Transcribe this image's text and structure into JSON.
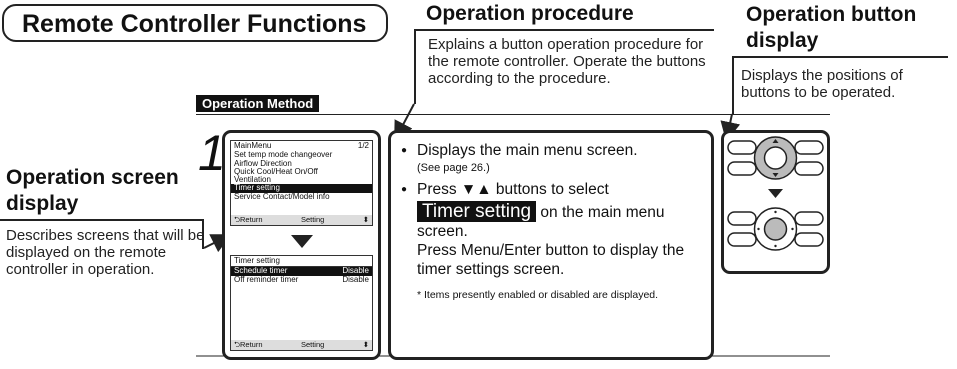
{
  "title": "Remote Controller Functions",
  "operation_procedure": {
    "heading": "Operation procedure",
    "description": "Explains a button operation procedure for the remote controller. Operate the buttons according to the procedure."
  },
  "operation_button_display": {
    "heading_line1": "Operation button",
    "heading_line2": "display",
    "description": "Displays the positions of buttons to be operated."
  },
  "operation_screen_display": {
    "heading_line1": "Operation screen",
    "heading_line2": "display",
    "description": "Describes screens that will be displayed on the remote controller in operation."
  },
  "operation_method_label": "Operation Method",
  "step_number": "1",
  "screen1": {
    "title": "MainMenu",
    "page": "1/2",
    "items": [
      "Set temp mode changeover",
      "Airflow Direction",
      "Quick Cool/Heat On/Off",
      "Ventilation",
      "Timer setting",
      "Service Contact/Model info"
    ],
    "selected_index": 4,
    "footer_return": "Return",
    "footer_setting": "Setting",
    "footer_arrows": "⬍"
  },
  "screen2": {
    "title": "Timer setting",
    "rows": [
      {
        "label": "Schedule timer",
        "value": "Disable"
      },
      {
        "label": "Off reminder timer",
        "value": "Disable"
      }
    ],
    "selected_index": 0,
    "footer_return": "Return",
    "footer_setting": "Setting",
    "footer_arrows": "⬍"
  },
  "procedure": {
    "bullet1": "Displays the main menu screen.",
    "bullet1_ref": "(See page 26.)",
    "bullet2_pre": "Press ▼▲ buttons to select",
    "bullet2_highlight": "Timer setting",
    "bullet2_post": "on the main menu",
    "bullet2_cont": "screen.",
    "bullet2_extra": "Press Menu/Enter button to display the timer settings screen.",
    "note": "* Items presently enabled or disabled are displayed."
  },
  "colors": {
    "ink": "#222222",
    "highlight_bg": "#111111",
    "highlight_text": "#ffffff",
    "button_gray": "#bbbbbb"
  },
  "icons": [
    "down-triangle-icon",
    "remote-button-icon",
    "return-icon",
    "up-down-arrow-icon"
  ]
}
